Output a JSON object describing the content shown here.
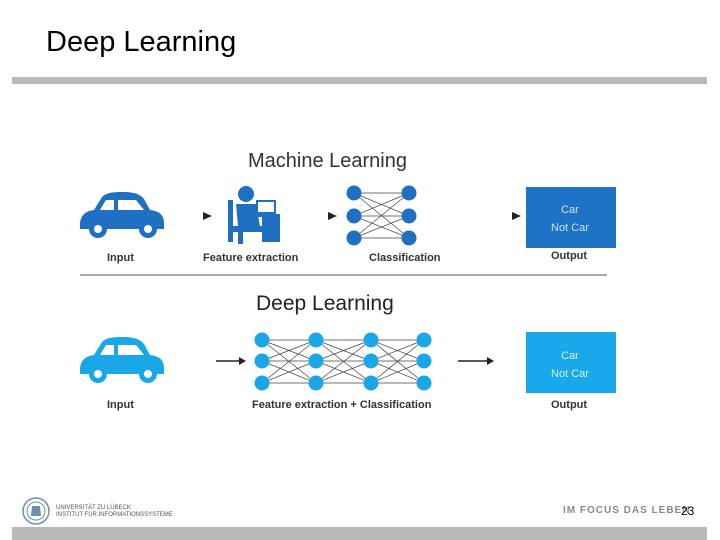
{
  "slide": {
    "title": "Deep Learning",
    "page_number": "23",
    "footer_motto": "IM FOCUS DAS LEBEN",
    "university_line1": "UNIVERSITÄT ZU LÜBECK",
    "university_line2": "INSTITUT FÜR INFORMATIONSSYSTEME"
  },
  "diagram": {
    "ml_title": "Machine Learning",
    "dl_title": "Deep Learning",
    "ml_labels": {
      "input": "Input",
      "feature": "Feature extraction",
      "classification": "Classification",
      "output": "Output"
    },
    "dl_labels": {
      "input": "Input",
      "feature_classification": "Feature extraction + Classification",
      "output": "Output"
    },
    "ml_output_box": {
      "line1": "Car",
      "line2": "Not Car"
    },
    "dl_output_box": {
      "line1": "Car",
      "line2": "Not Car"
    },
    "colors": {
      "ml_blue": "#1f6fc2",
      "dl_blue": "#1aa7e8",
      "ml_box": "#1f73c7",
      "dl_box": "#19a9eb"
    }
  }
}
